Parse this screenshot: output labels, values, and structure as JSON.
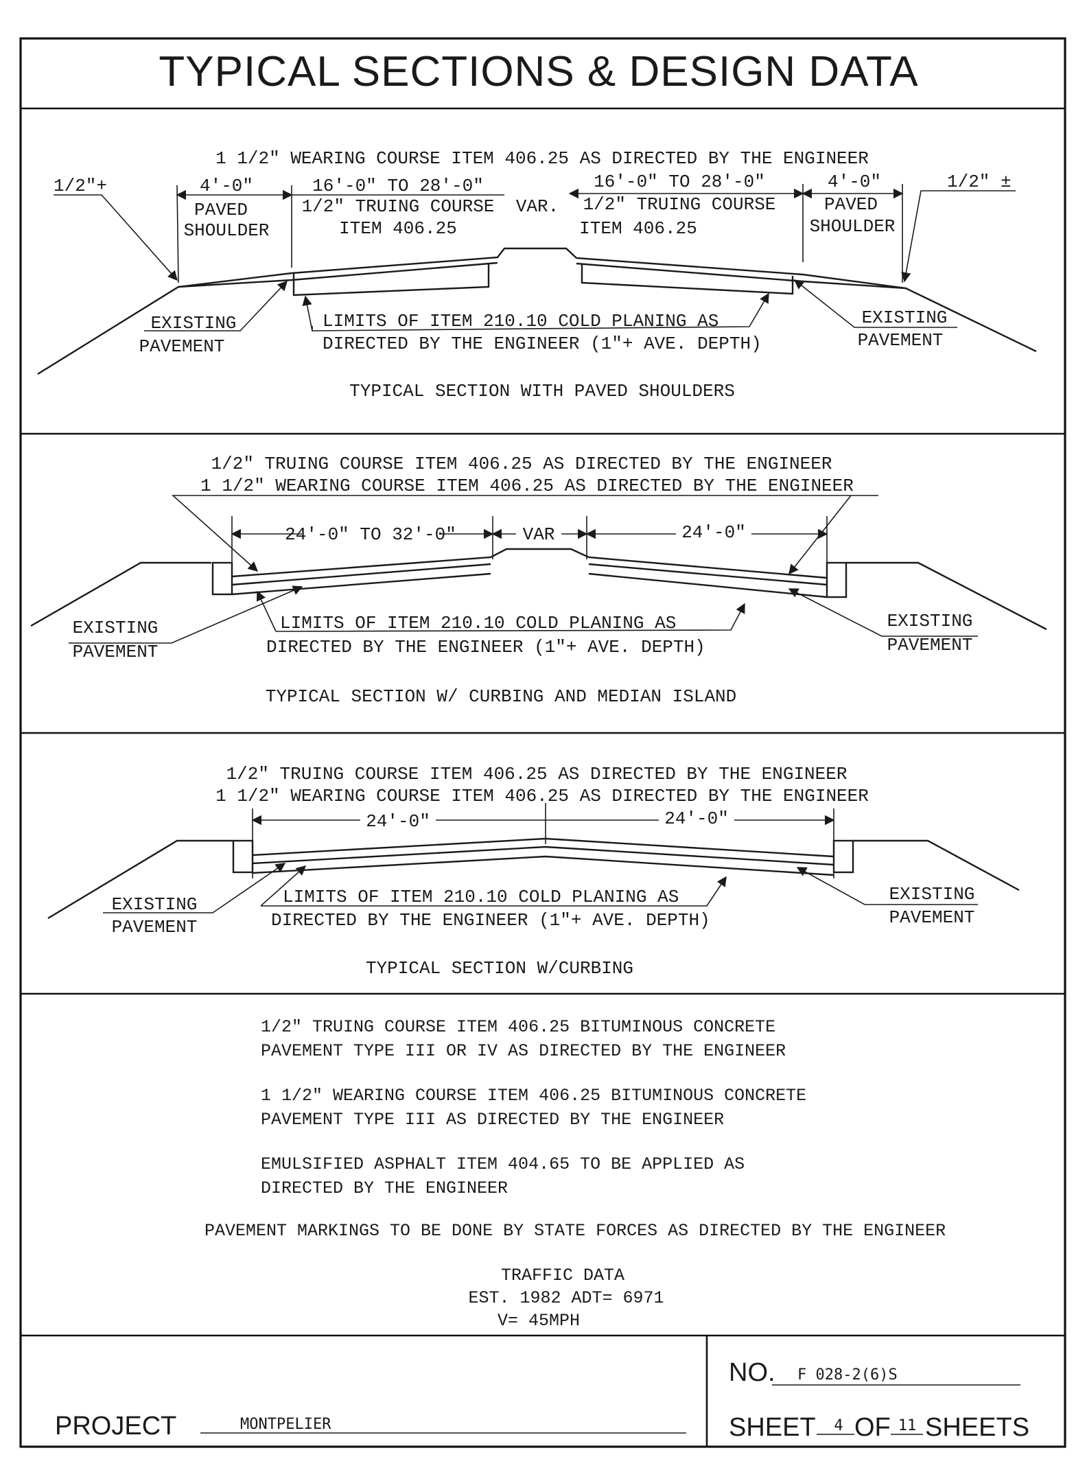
{
  "title": "TYPICAL SECTIONS & DESIGN DATA",
  "section1": {
    "wearing_note": "1 1/2\" WEARING COURSE ITEM 406.25 AS DIRECTED BY THE ENGINEER",
    "dim_left_small": "1/2\"+",
    "dim_shoulder_left": "4'-0\"",
    "dim_lane_left": "16'-0\" TO 28'-0\"",
    "dim_lane_right": "16'-0\" TO 28'-0\"",
    "dim_shoulder_right": "4'-0\"",
    "dim_right_small": "1/2\" ±",
    "paved_left_1": "PAVED",
    "paved_left_2": "SHOULDER",
    "truing_left_1": "1/2\" TRUING COURSE",
    "truing_left_2": "ITEM 406.25",
    "var": "VAR.",
    "truing_right_1": "1/2\" TRUING COURSE",
    "truing_right_2": "ITEM 406.25",
    "paved_right_1": "PAVED",
    "paved_right_2": "SHOULDER",
    "existing_left_1": "EXISTING",
    "existing_left_2": "PAVEMENT",
    "limits_1": "LIMITS OF ITEM 210.10 COLD PLANING AS",
    "limits_2": "DIRECTED BY THE ENGINEER (1\"+ AVE. DEPTH)",
    "existing_right_1": "EXISTING",
    "existing_right_2": "PAVEMENT",
    "caption": "TYPICAL SECTION WITH PAVED SHOULDERS"
  },
  "section2": {
    "truing_note": "1/2\" TRUING COURSE ITEM 406.25 AS DIRECTED BY THE ENGINEER",
    "wearing_note": "1 1/2\" WEARING COURSE ITEM 406.25 AS DIRECTED BY THE ENGINEER",
    "dim_left": "24'-0\" TO 32'-0\"",
    "var": "VAR",
    "dim_right": "24'-0\"",
    "existing_left_1": "EXISTING",
    "existing_left_2": "PAVEMENT",
    "limits_1": "LIMITS OF ITEM 210.10 COLD PLANING AS",
    "limits_2": "DIRECTED BY THE ENGINEER (1\"+ AVE. DEPTH)",
    "existing_right_1": "EXISTING",
    "existing_right_2": "PAVEMENT",
    "caption": "TYPICAL SECTION W/ CURBING AND MEDIAN ISLAND"
  },
  "section3": {
    "truing_note": "1/2\" TRUING COURSE ITEM 406.25 AS DIRECTED BY THE ENGINEER",
    "wearing_note": "1 1/2\" WEARING COURSE ITEM 406.25 AS DIRECTED BY THE ENGINEER",
    "dim_left": "24'-0\"",
    "dim_right": "24'-0\"",
    "existing_left_1": "EXISTING",
    "existing_left_2": "PAVEMENT",
    "limits_1": "LIMITS OF ITEM 210.10 COLD PLANING AS",
    "limits_2": "DIRECTED BY THE ENGINEER (1\"+ AVE. DEPTH)",
    "existing_right_1": "EXISTING",
    "existing_right_2": "PAVEMENT",
    "caption": "TYPICAL SECTION W/CURBING"
  },
  "notes": {
    "n1_1": "1/2\" TRUING COURSE ITEM 406.25 BITUMINOUS CONCRETE",
    "n1_2": "PAVEMENT TYPE III OR IV AS DIRECTED BY THE ENGINEER",
    "n2_1": "1 1/2\" WEARING COURSE ITEM 406.25 BITUMINOUS CONCRETE",
    "n2_2": "PAVEMENT TYPE III AS DIRECTED BY THE ENGINEER",
    "n3_1": "EMULSIFIED ASPHALT ITEM 404.65 TO BE APPLIED AS",
    "n3_2": "DIRECTED BY THE ENGINEER",
    "markings": "PAVEMENT MARKINGS TO BE DONE BY STATE FORCES AS DIRECTED BY THE ENGINEER",
    "traffic_title": "TRAFFIC DATA",
    "traffic_adt": "EST. 1982 ADT= 6971",
    "traffic_speed": "V= 45MPH"
  },
  "title_block": {
    "project_label": "PROJECT",
    "project_value": "MONTPELIER",
    "no_label": "NO.",
    "no_value": "F 028-2(6)S",
    "sheet_label": "SHEET",
    "sheet_num": "4",
    "of_label": "OF",
    "sheet_total": "11",
    "sheets_label": "SHEETS"
  }
}
